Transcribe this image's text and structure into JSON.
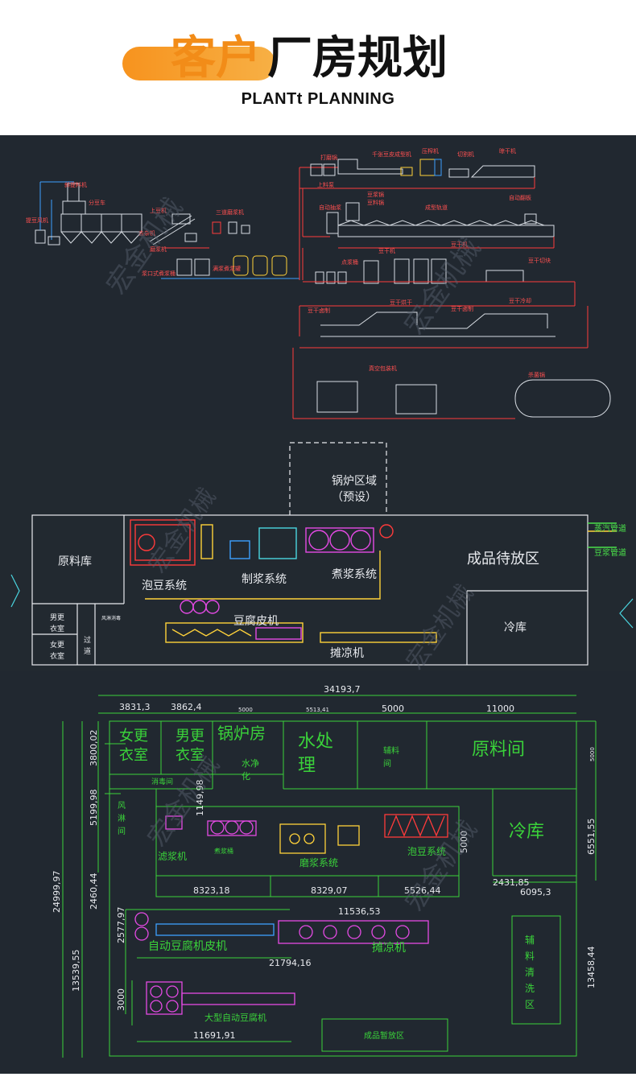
{
  "header": {
    "title_accent": "客户",
    "title_main": "厂房规划",
    "subtitle": "PLANTt PLANNING"
  },
  "watermark": "宏金机械",
  "panel1": {
    "labels": {
      "l1": "斜提料机",
      "l2": "分豆车",
      "l3": "提豆风机",
      "l4": "上豆机",
      "l5": "去杂机",
      "l6": "磨浆机",
      "l7": "三道磨浆机",
      "l8": "浆口式煮浆桶",
      "l9": "满浆煮浆罐",
      "l10": "打磨锅",
      "l11": "千张豆皮成型机",
      "l12": "压榨机",
      "l13": "切割机",
      "l14": "晾干机",
      "l15": "上料泵",
      "l16": "豆浆锅",
      "l17": "自动抽浆",
      "l18": "豆料锅",
      "l19": "成型轨道",
      "l20": "自动翻板",
      "l21": "豆干机",
      "l22": "点浆桶",
      "l23": "豆干机",
      "l24": "豆干切块",
      "l25": "豆干卤制",
      "l26": "豆干烘干",
      "l27": "豆干卤制",
      "l28": "豆干冷却",
      "l29": "真空包装机",
      "l30": "杀菌锅"
    }
  },
  "panel2": {
    "rooms": {
      "raw_store": "原料库",
      "boiler": "锅炉区域",
      "boiler_sub": "（预设）",
      "finished": "成品待放区",
      "cold": "冷库",
      "male_room_a": "男更",
      "male_room_b": "衣室",
      "female_room_a": "女更",
      "female_room_b": "衣室",
      "corridor_a": "过",
      "corridor_b": "道",
      "disinfect": "风淋消毒",
      "steam_pipe": "蒸汽管道",
      "soy_pipe": "豆浆管道"
    },
    "systems": {
      "soak": "泡豆系统",
      "grind": "制浆系统",
      "boil": "煮浆系统",
      "skin": "豆腐皮机",
      "cool": "摊凉机"
    }
  },
  "panel3": {
    "rooms": {
      "female": "女更\n衣室",
      "female_a": "女更",
      "female_b": "衣室",
      "male_a": "男更",
      "male_b": "衣室",
      "boiler": "锅炉房",
      "water_a": "水处",
      "water_b": "理",
      "aux_a": "辅料",
      "aux_b": "间",
      "raw": "原料间",
      "water_pure_a": "水净",
      "water_pure_b": "化",
      "disinfect": "消毒间",
      "wind_a": "风",
      "wind_b": "淋",
      "wind_c": "间",
      "cold": "冷库",
      "filter": "滤浆机",
      "boil_bucket": "煮浆桶",
      "grind": "磨浆系统",
      "soak": "泡豆系统",
      "auto_skin": "自动豆腐机皮机",
      "cool": "摊凉机",
      "big_tofu": "大型自动豆腐机",
      "aux_clean_1": "辅",
      "aux_clean_2": "料",
      "aux_clean_3": "清",
      "aux_clean_4": "洗",
      "aux_clean_5": "区",
      "finished": "成品暂放区"
    },
    "dims": {
      "total": "34193,7",
      "d1": "3831,3",
      "d2": "3862,4",
      "d3": "5000",
      "d4": "5513,41",
      "d5": "5000",
      "d6": "11000",
      "v1": "3800,02",
      "v2": "5199,98",
      "v3": "1149,98",
      "v4": "24999,97",
      "v5": "2460,44",
      "v6": "2577,97",
      "v7": "13539,55",
      "v8": "3000",
      "v9": "5000",
      "v10": "6551,55",
      "v11": "13458,44",
      "v12": "5000",
      "h1": "8323,18",
      "h2": "8329,07",
      "h3": "5526,44",
      "h4": "2431,85",
      "h5": "6095,3",
      "h6": "11536,53",
      "h7": "21794,16",
      "h8": "11691,91"
    }
  }
}
